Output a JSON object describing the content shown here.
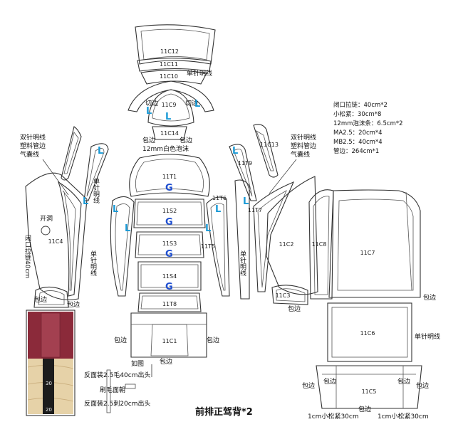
{
  "title": "前排正驾背*2",
  "notes": [
    "闭口拉链：40cm*2",
    "小松紧：30cm*8",
    "12mm泡沫条：6.5cm*2",
    "MA2.5：20cm*4",
    "MB2.5：40cm*4",
    "管边：264cm*1"
  ],
  "piece_labels": {
    "c12": "11C12",
    "c11": "11C11",
    "c10": "11C10",
    "c9": "11C9",
    "c14": "11C14",
    "c13": "11C13",
    "t9": "11T9",
    "t1": "11T1",
    "s2": "11S2",
    "s3": "11S3",
    "s4": "11S4",
    "t8": "11T8",
    "c1": "11C1",
    "t6": "11T6",
    "t5": "11T5",
    "t7": "11T7",
    "c4": "11C4",
    "c2": "11C2",
    "c8": "11C8",
    "c7": "11C7",
    "c3": "11C3",
    "c6": "11C6",
    "c5": "11C5"
  },
  "annotations": {
    "single_needle_top": "单针明线",
    "cut_edge": "切边",
    "wrap_edge": "包边",
    "foam_12mm": "12mm白色泡沫",
    "double_needle_left": [
      "双针明线",
      "塑料管边",
      "气囊线"
    ],
    "double_needle_right": [
      "双针明线",
      "塑料管边",
      "气囊线"
    ],
    "single_needle_vertical": "单针明线",
    "open_hole": "开洞",
    "closed_zipper_vertical": "闭口拉链40cm",
    "single_needle_right": "单针明线",
    "as_shown": "如图",
    "reverse_fabric_1": "反面装2.5毛40cm出头",
    "brushed_face": "刷毛面朝",
    "reverse_fabric_2": "反面装2.5刺20cm出头",
    "elastic_left": "1cm小松紧30cm",
    "elastic_right": "1cm小松紧30cm"
  },
  "grain_marks": {
    "L": "L",
    "G": "G"
  },
  "photo_ruler": {
    "tick_30": "30",
    "tick_20": "20"
  },
  "colors": {
    "outline": "#333333",
    "grain_L": "#1a9ad6",
    "grain_G": "#1f4fd0",
    "photo_red": "#8b2a3a",
    "photo_wood": "#e6d2a8"
  }
}
